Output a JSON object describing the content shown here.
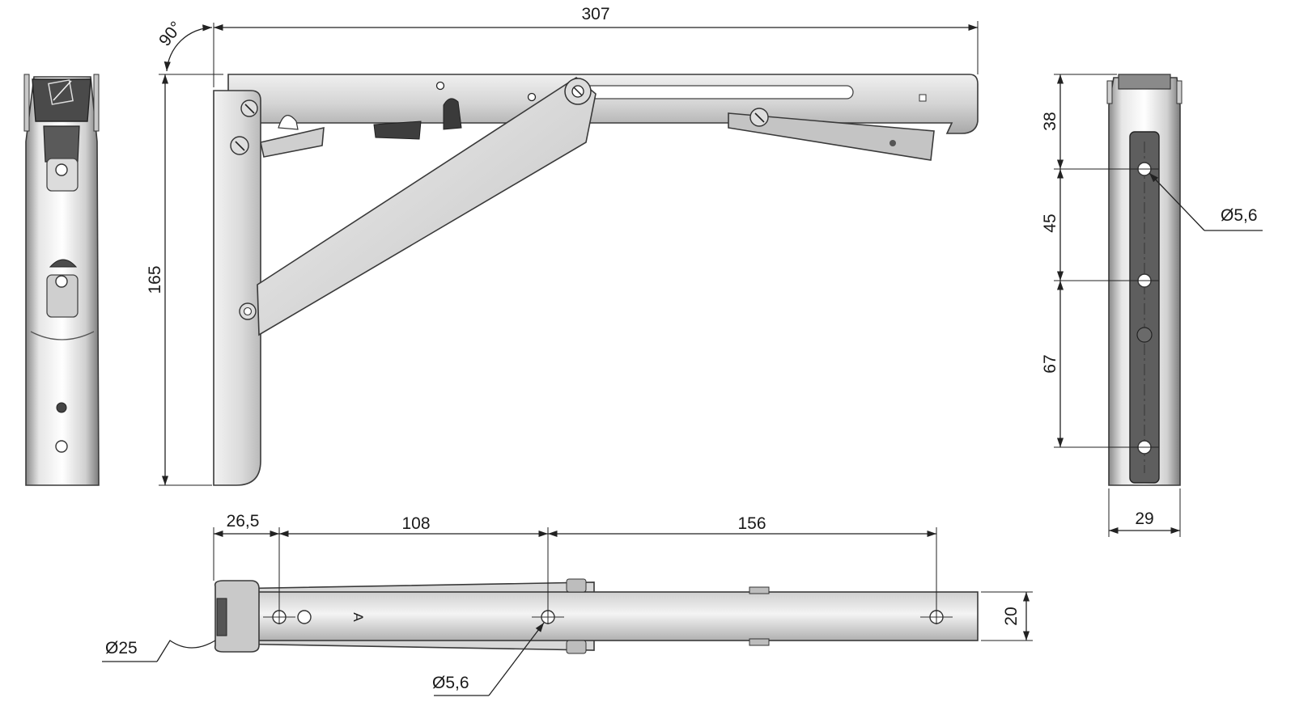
{
  "drawing": {
    "colors": {
      "metal_light": "#d9d9d9",
      "metal_mid": "#b4b4b4",
      "metal_dark": "#6e6e6e",
      "plate_dark": "#5e5e5e",
      "lines": "#222222"
    },
    "dimensions": {
      "angle": "90°",
      "arm_length": "307",
      "height": "165",
      "side_38": "38",
      "side_45": "45",
      "side_67": "67",
      "side_hole": "Ø5,6",
      "side_width": "29",
      "bottom_26_5": "26,5",
      "bottom_108": "108",
      "bottom_156": "156",
      "bottom_20": "20",
      "bottom_diameter_25": "Ø25",
      "bottom_hole": "Ø5,6"
    },
    "part_marking": "A"
  }
}
